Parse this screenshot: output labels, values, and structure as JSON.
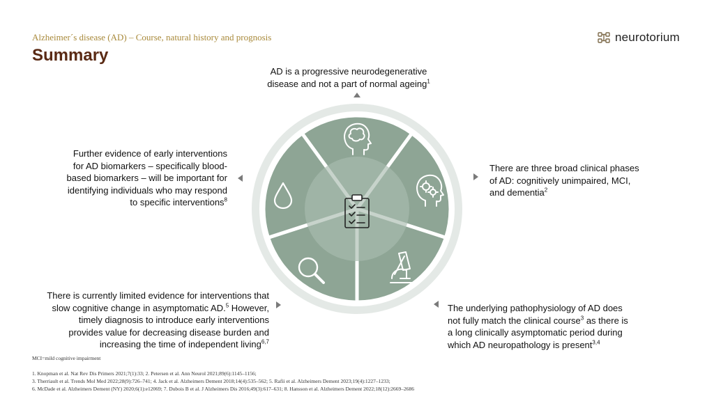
{
  "header": {
    "subtitle": "Alzheimer´s disease (AD) – Course, natural history and prognosis",
    "title": "Summary",
    "logo_text": "neurotorium"
  },
  "wheel": {
    "segment_color": "#8ea595",
    "ring_color": "#e4e9e6",
    "center_color": "#a9bbaf",
    "segments": [
      {
        "icon": "brain-head-icon"
      },
      {
        "icon": "gears-head-icon"
      },
      {
        "icon": "microscope-icon"
      },
      {
        "icon": "magnifier-icon"
      },
      {
        "icon": "drop-icon"
      }
    ],
    "center_icon": "clipboard-checklist-icon"
  },
  "notes": {
    "top": {
      "lines": [
        "AD is a progressive neurodegenerative",
        "disease and not a part of normal ageing"
      ],
      "sup": "1"
    },
    "right": {
      "lines": [
        "There are three broad clinical phases",
        "of AD: cognitively unimpaired, MCI,",
        "and dementia"
      ],
      "sup": "2"
    },
    "bottom_right": {
      "l1": "The underlying pathophysiology of AD does",
      "l2a": "not fully match the clinical course",
      "sup_a": "3",
      "l2b": " as there is",
      "l3": "a long clinically asymptomatic period during",
      "l4": "which AD neuropathology is present",
      "sup_b": "3,4"
    },
    "bottom_left": {
      "l1": "There is currently limited evidence for interventions that",
      "l2": "slow cognitive change in asymptomatic AD.",
      "sup_a": "5",
      "l2b": " However,",
      "l3": "timely diagnosis to introduce early interventions",
      "l4": "provides value for decreasing disease burden and",
      "l5": "increasing the time of independent living",
      "sup_b": "6,7"
    },
    "left": {
      "lines": [
        "Further evidence of early interventions",
        "for AD biomarkers – specifically blood-",
        "based biomarkers –  will be important for",
        "identifying individuals who may respond",
        "to specific interventions"
      ],
      "sup": "8"
    }
  },
  "footer": {
    "abbrev": "MCI=mild cognitive  impairment",
    "refs": [
      "1. Knopman et al. Nat Rev Dis Primers 2021;7(1):33; 2. Petersen et al. Ann Neurol 2021;89(6):1145–1156;",
      "3. Therriault et al. Trends Mol Med 2022;28(9):726–741; 4. Jack et al. Alzheimers Dement 2018;14(4):535–562; 5. Rafii et al. Alzheimers Dement 2023;19(4):1227–1233;",
      "6. McDade et al. Alzheimers Dement (NY) 2020;6(1):e12069;  7. Dubois B et al. J Alzheimers Dis 2016;49(3):617–631; 8. Hansson et al. Alzheimers Dement 2022;18(12):2669–2686"
    ]
  }
}
